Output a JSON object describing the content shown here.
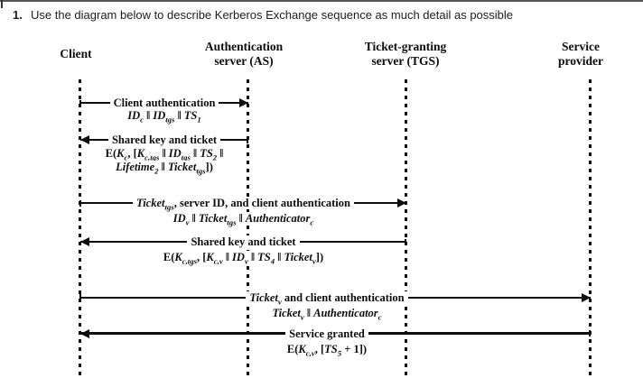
{
  "title": {
    "number": "1.",
    "text": "Use the diagram below to describe Kerberos Exchange sequence as much detail as possible"
  },
  "actors": [
    {
      "id": "client",
      "lines": [
        "Client",
        ""
      ]
    },
    {
      "id": "as",
      "lines": [
        "Authentication",
        "server (AS)"
      ]
    },
    {
      "id": "tgs",
      "lines": [
        "Ticket-granting",
        "server (TGS)"
      ]
    },
    {
      "id": "sp",
      "lines": [
        "Service",
        "provider"
      ]
    }
  ],
  "messages": [
    {
      "from": "Client",
      "to": "Authentication server (AS)",
      "direction": "right",
      "label": "Client authentication",
      "formula_lines": [
        "*ID*_{c} ‖ *ID*_{tgs} ‖ *TS*_{1}"
      ]
    },
    {
      "from": "Authentication server (AS)",
      "to": "Client",
      "direction": "left",
      "label": "Shared key and ticket",
      "formula_lines": [
        "E(*K*_{c}, [*K*_{c,tgs} ‖ *ID*_{tgs} ‖ *TS*_{2} ‖",
        "*Lifetime*_{2} ‖ *Ticket*_{tgs}])"
      ]
    },
    {
      "from": "Client",
      "to": "Ticket-granting server (TGS)",
      "direction": "right",
      "label": "*Ticket*_{tgs}, server ID, and client authentication",
      "formula_lines": [
        "*ID*_{v} ‖ *Ticket*_{tgs} ‖ *Authenticator*_{c}"
      ]
    },
    {
      "from": "Ticket-granting server (TGS)",
      "to": "Client",
      "direction": "left",
      "label": "Shared key and ticket",
      "formula_lines": [
        "E(*K*_{c,tgs}, [*K*_{c,v} ‖ *ID*_{v} ‖ *TS*_{4} ‖ *Ticket*_{v}])"
      ]
    },
    {
      "from": "Client",
      "to": "Service provider",
      "direction": "right",
      "label": "*Ticket*_{v} and client authentication",
      "formula_lines": [
        "*Ticket*_{v} ‖ *Authenticator*_{c}"
      ]
    },
    {
      "from": "Service provider",
      "to": "Client",
      "direction": "left",
      "label": "Service granted",
      "formula_lines": [
        "E(*K*_{c,v}, [*TS*_{5} + 1])"
      ]
    }
  ],
  "colors": {
    "line": "#0d0d0d",
    "top_rule": "#555555",
    "background": "#ffffff"
  }
}
